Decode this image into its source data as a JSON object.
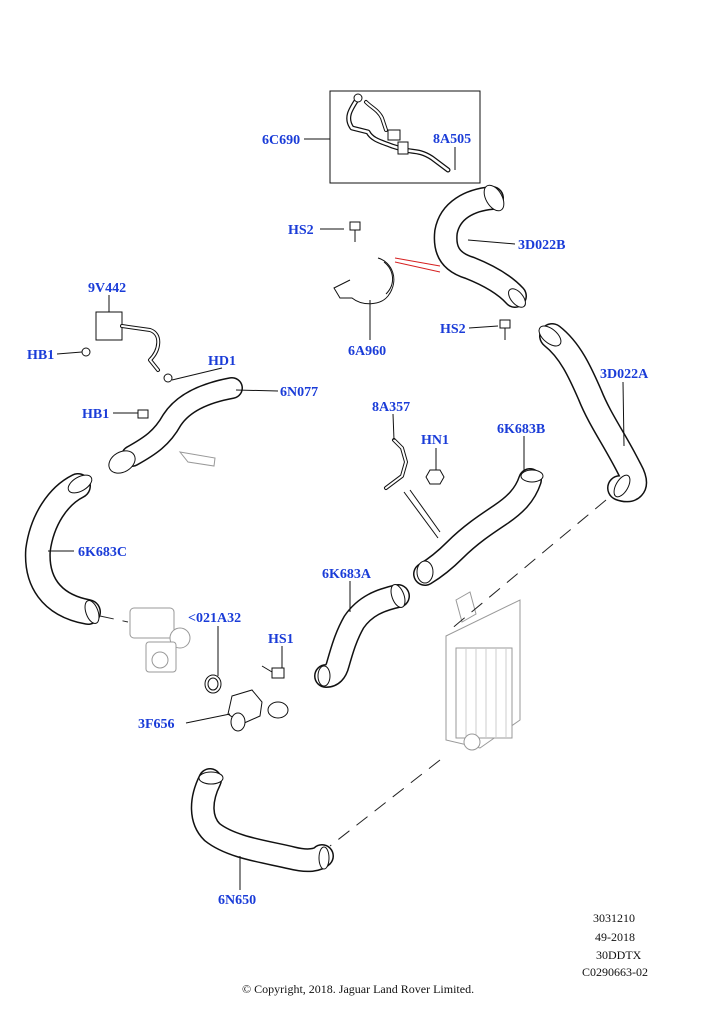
{
  "diagram": {
    "labels": {
      "6C690": "6C690",
      "8A505": "8A505",
      "HS2_a": "HS2",
      "3D022B": "3D022B",
      "6A960": "6A960",
      "HS2_b": "HS2",
      "3D022A": "3D022A",
      "9V442": "9V442",
      "HB1_a": "HB1",
      "HD1": "HD1",
      "6N077": "6N077",
      "HB1_b": "HB1",
      "8A357": "8A357",
      "HN1": "HN1",
      "6K683B": "6K683B",
      "6K683C": "6K683C",
      "6K683A": "6K683A",
      "021A32": "<021A32",
      "HS1": "HS1",
      "3F656": "3F656",
      "6N650": "6N650"
    },
    "meta": {
      "line1": "3031210",
      "line2": "49-2018",
      "line3": "30DDTX",
      "line4": "C0290663-02"
    },
    "copyright": "© Copyright, 2018. Jaguar Land Rover Limited.",
    "colors": {
      "label": "#1a3cd8",
      "line": "#111111",
      "ghost": "#999999",
      "accent_red": "#d62020"
    }
  }
}
